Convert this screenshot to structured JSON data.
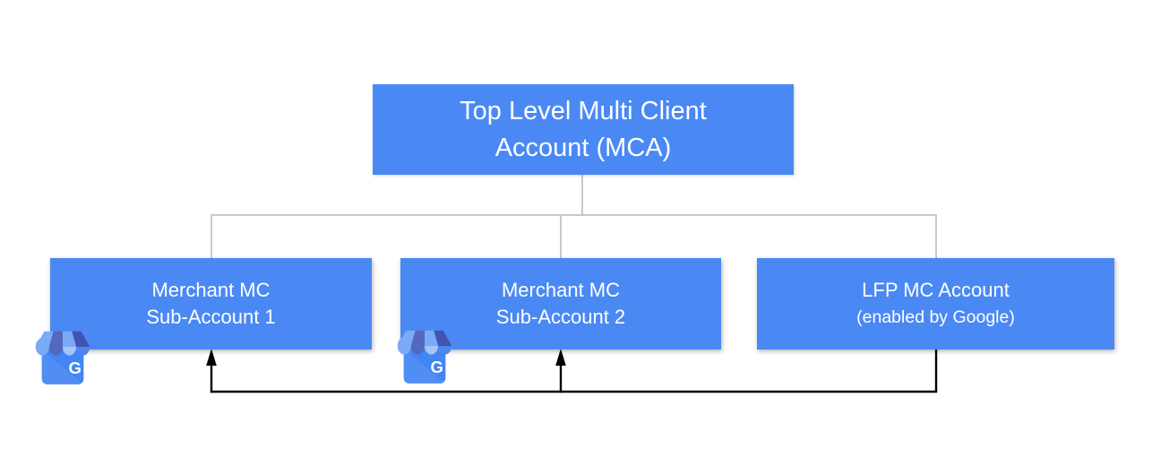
{
  "colors": {
    "background": "#ffffff",
    "box_fill": "#4a89f4",
    "box_text": "#ffffff",
    "connector": "#c9c9c9",
    "arrow": "#000000"
  },
  "nodes": {
    "root": {
      "lines": [
        "Top Level Multi Client",
        "Account (MCA)"
      ]
    },
    "children": [
      {
        "lines": [
          "Merchant MC",
          "Sub-Account 1"
        ]
      },
      {
        "lines": [
          "Merchant MC",
          "Sub-Account 2"
        ]
      },
      {
        "lines": [
          "LFP MC Account",
          "(enabled by Google)"
        ]
      }
    ]
  },
  "business_icon": {
    "name": "google-my-business-storefront",
    "letter": "G",
    "palette": {
      "body": "#4285f4",
      "body_highlight_opacity": "0.08",
      "stripe_light": "#7baaf7",
      "stripe_dark": "#5468be",
      "stripe_dark2": "#4055b2",
      "scallop_pale": "#a4c4fa",
      "scallop_medium": "#4e86ee",
      "letter_color": "#ffffff"
    }
  }
}
